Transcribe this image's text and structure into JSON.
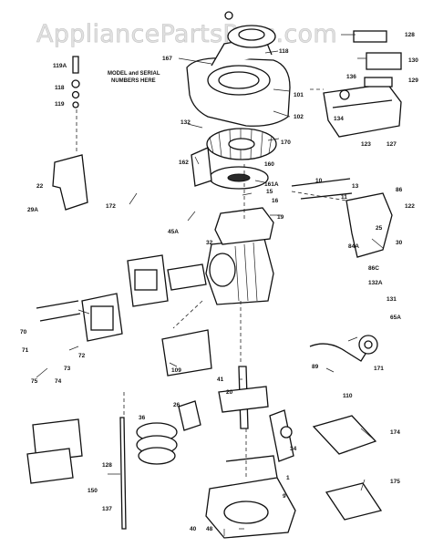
{
  "watermark": "AppliancePartsPros.com",
  "note_lines": [
    "MODEL and SERIAL",
    "NUMBERS HERE"
  ],
  "labels": {
    "l167": "167",
    "l118": "118",
    "l119A": "119A",
    "l118b": "118",
    "l119": "119",
    "l130": "130",
    "l129": "129",
    "l128": "128",
    "l136": "136",
    "l101": "101",
    "l102": "102",
    "l132": "132",
    "l134": "134",
    "l127": "127",
    "l123": "123",
    "l170": "170",
    "l160": "160",
    "l162": "162",
    "l161A": "161A",
    "l22": "22",
    "l29A": "29A",
    "l172": "172",
    "l15": "15",
    "l45A": "45A",
    "l16": "16",
    "l19": "19",
    "l32": "32",
    "l11": "11",
    "l86": "86",
    "l122": "122",
    "l84A": "84A",
    "l10": "10",
    "l13": "13",
    "l25": "25",
    "l30": "30",
    "l86C": "86C",
    "l132A": "132A",
    "l131": "131",
    "l65A": "65A",
    "l70": "70",
    "l71": "71",
    "l72": "72",
    "l73": "73",
    "l74": "74",
    "l75": "75",
    "l109": "109",
    "l41": "41",
    "l20": "20",
    "l89": "89",
    "l171": "171",
    "l110": "110",
    "l174": "174",
    "l175": "175",
    "l26": "26",
    "l48": "48",
    "l36": "36",
    "l128b": "128",
    "l150": "150",
    "l137": "137",
    "l1": "1",
    "l34": "34",
    "l40": "40",
    "l9": "9"
  }
}
